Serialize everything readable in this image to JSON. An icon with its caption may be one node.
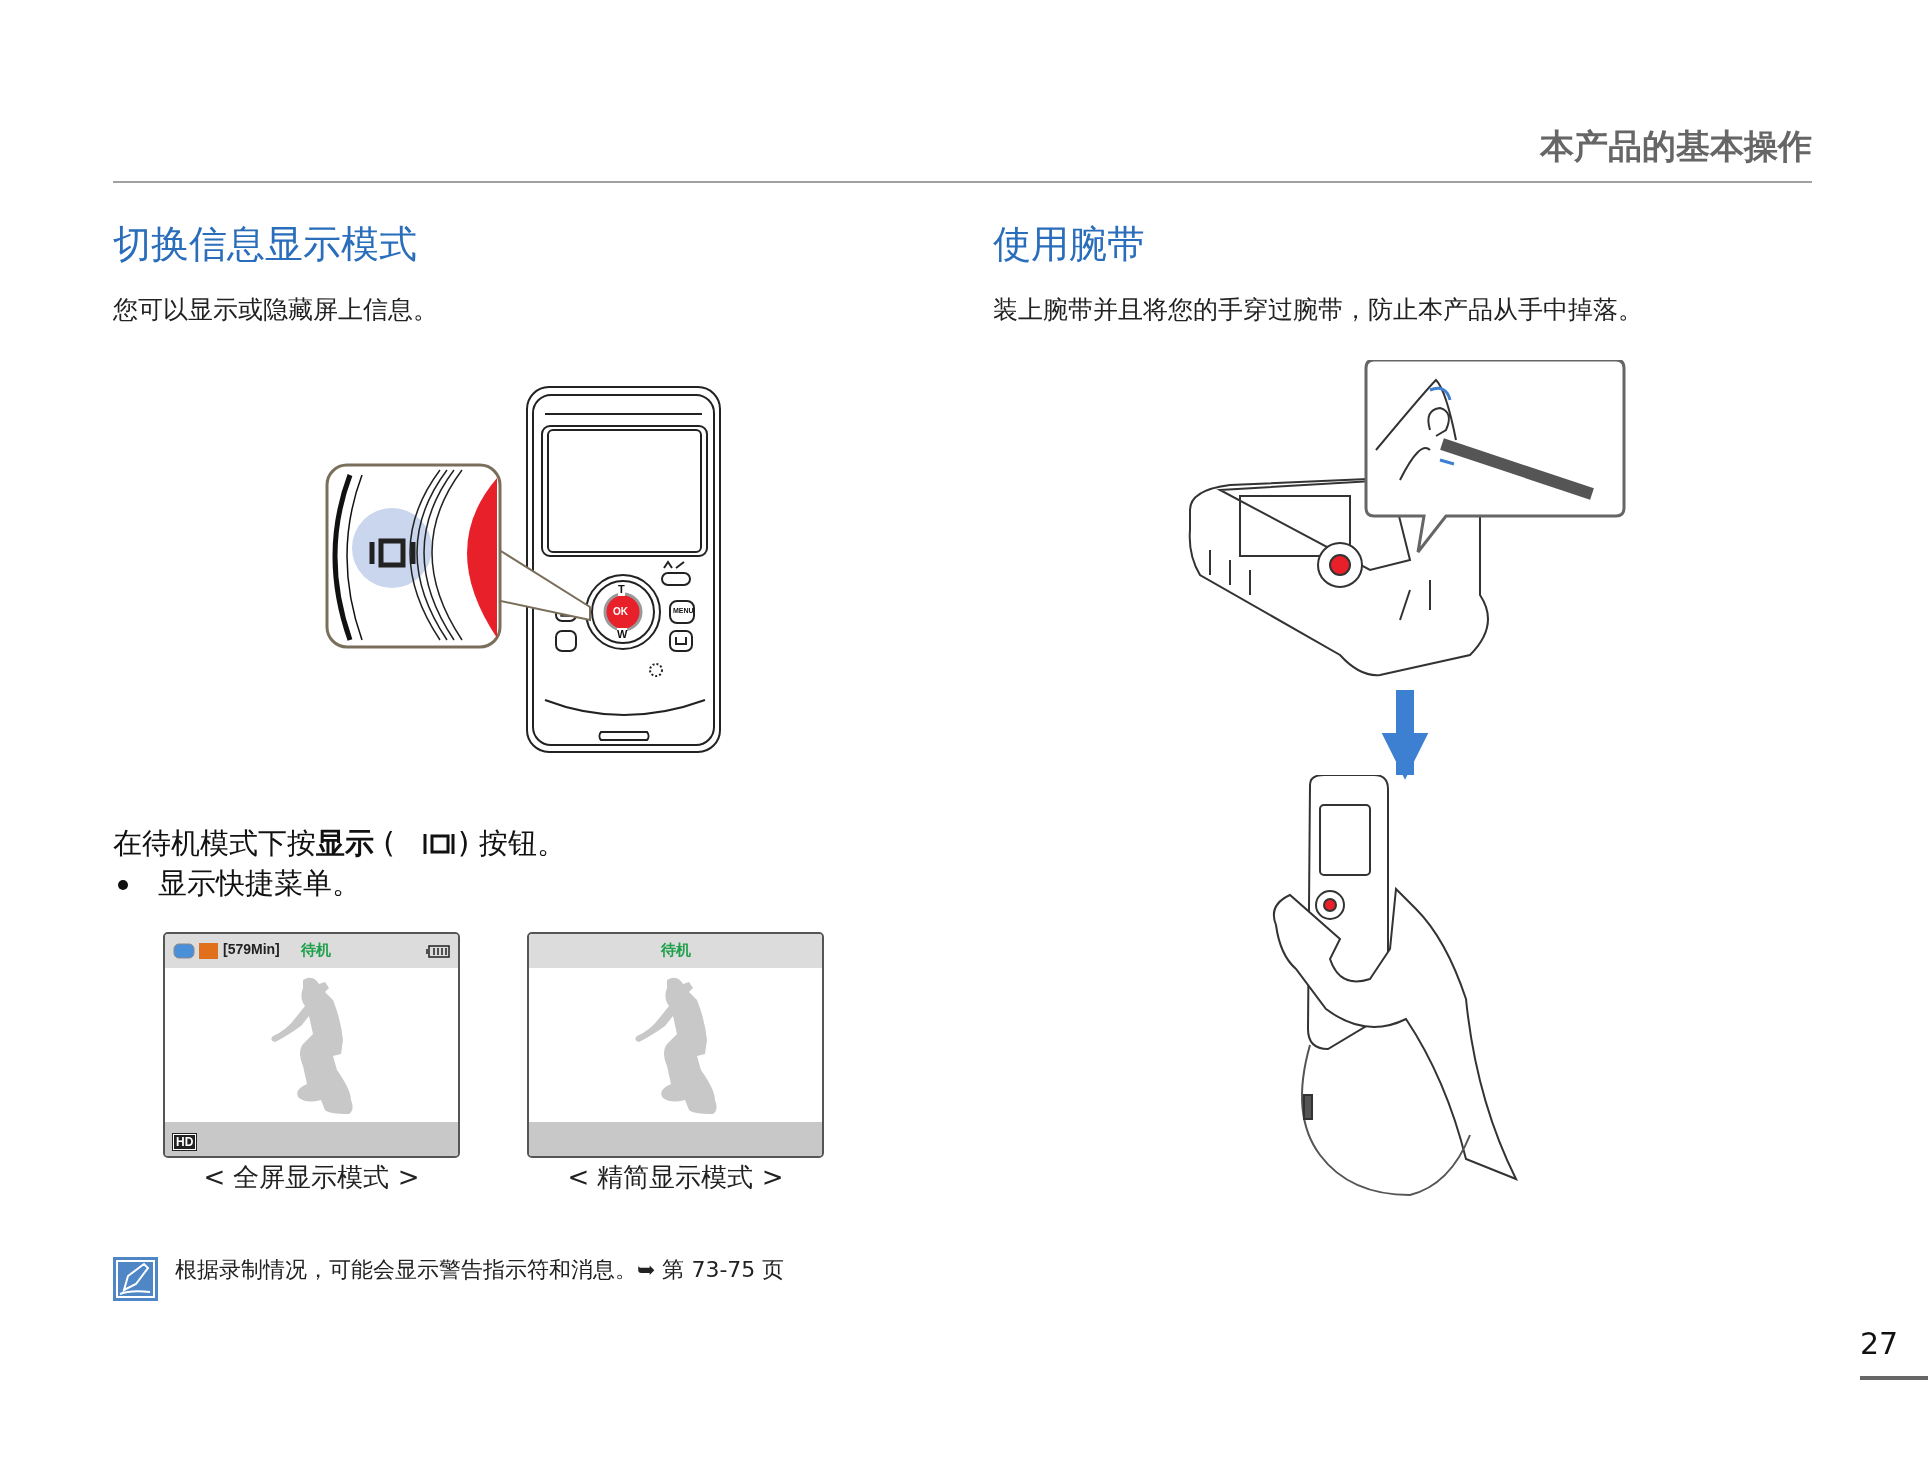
{
  "diagram": {
    "nodes": [
      {
        "text": [
          "[579Min]",
          "待机",
          "HD"
        ],
        "beside": [
          "< 全屏显示模式 >"
        ]
      },
      {
        "text": [
          "待机"
        ],
        "beside": [
          "< 精简显示模式 >"
        ]
      },
      {
        "text": [],
        "shape": "picture"
      },
      {
        "text": [],
        "shape": "picture"
      }
    ],
    "edges": [
      {
        "from": 2,
        "to": 3,
        "arrow": "to"
      }
    ],
    "labels": [
      "本产品的基本操作",
      "切换信息显示模式",
      "您可以显示或隐藏屏上信息。",
      "T",
      "OK",
      "W",
      "MENU",
      "在待机模式下按**显示** (",
      ") 按钮。",
      "显示快捷菜单。",
      "根据录制情况，可能会显示警告指示符和消息。➥ 第 73-75 页",
      "使用腕带",
      "装上腕带并且将您的手穿过腕带，防止本产品从手中掉落。",
      "27"
    ]
  }
}
